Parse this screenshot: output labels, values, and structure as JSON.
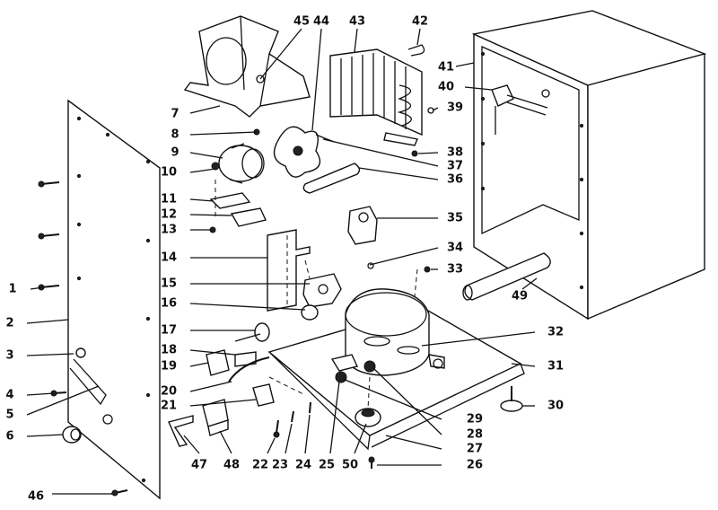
{
  "callouts": [
    "1",
    "2",
    "3",
    "4",
    "5",
    "6",
    "7",
    "8",
    "9",
    "10",
    "11",
    "12",
    "13",
    "14",
    "15",
    "16",
    "17",
    "18",
    "19",
    "20",
    "21",
    "22",
    "23",
    "24",
    "25",
    "26",
    "27",
    "28",
    "29",
    "30",
    "31",
    "32",
    "33",
    "34",
    "35",
    "36",
    "37",
    "38",
    "39",
    "40",
    "41",
    "42",
    "43",
    "44",
    "45",
    "46",
    "47",
    "48",
    "49",
    "50"
  ]
}
